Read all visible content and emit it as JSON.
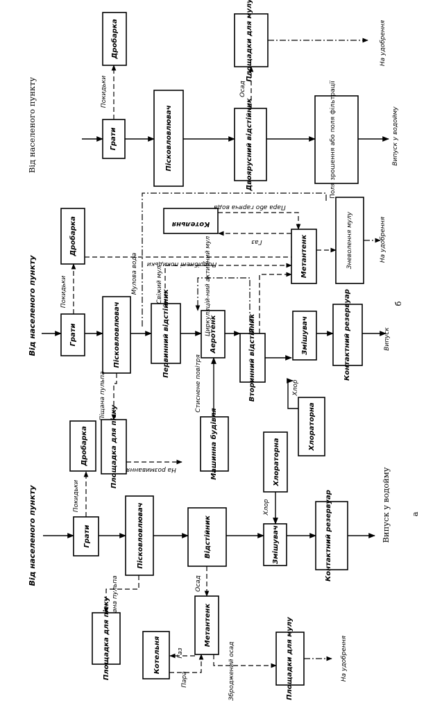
{
  "diagram_a": {
    "source": "Від населеного пункту",
    "grates": "Грати",
    "crusher": "Дробарка",
    "waste": "Покидьки",
    "sand_trap": "Пісковловлювач",
    "sand_pulp": "Піщана пульпа",
    "sand_site": "Площадка для піску",
    "settler": "Відстійник",
    "sediment": "Осад",
    "digester": "Метантенк",
    "gas": "Газ",
    "steam": "Пара",
    "boiler": "Котельня",
    "dewatered_sediment": "Зброджений осад",
    "sludge_site": "Площадки для мулу",
    "fertilizer": "На удобрення",
    "chlorinator": "Хлораторна",
    "chlorine": "Хлор",
    "mixer": "Змішувач",
    "contact_tank": "Контактний резервуар",
    "discharge": "Випуск у водойму",
    "caption": "а"
  },
  "diagram_b": {
    "source": "Від населеного пункту",
    "grates": "Грати",
    "waste": "Покидьки",
    "crusher": "Дробарка",
    "crushed_waste": "Подрібнені покидьки",
    "sand_trap": "Пісковловлювач",
    "sand_pulp": "Піщана пульпа",
    "sand_site": "Площадка для піску",
    "to_washing": "На розмивання",
    "primary_settler": "Первинний відстійник",
    "sludge_water": "Мулова вода",
    "fresh_sludge": "Свіжий мул",
    "aerotank": "Аеротенк",
    "compressed_air": "Стиснене повітря",
    "machine_building": "Машинна будівля",
    "secondary_settler": "Вторинний відстійник",
    "excess_sludge": "Циркуляцій-ний активний мул",
    "digester": "Метантенк",
    "gas": "Газ",
    "steam_hot_water": "Пара або гаряча вода",
    "boiler": "Котельня",
    "dewatering": "Зневолення мулу",
    "fertilizer": "На удобрення",
    "chlorinator": "Хлораторна",
    "chlorine": "Хлор",
    "mixer": "Змішувач",
    "contact_tank": "Контактний резервуар",
    "discharge": "Випуск",
    "caption": "б"
  },
  "diagram_c": {
    "source": "Від населеного пункту",
    "grates": "Грати",
    "waste": "Покидьки",
    "crusher": "Дробарка",
    "sand_trap": "Пісковловлювач",
    "two_tier_settler": "Двоярусний відстійник",
    "sediment": "Осад",
    "sludge_sites": "Площадки для мулу",
    "fertilizer": "На удобрення",
    "irrigation_fields": "Поля зрошення або поля фільтрації",
    "discharge": "Випуск у водойму"
  }
}
